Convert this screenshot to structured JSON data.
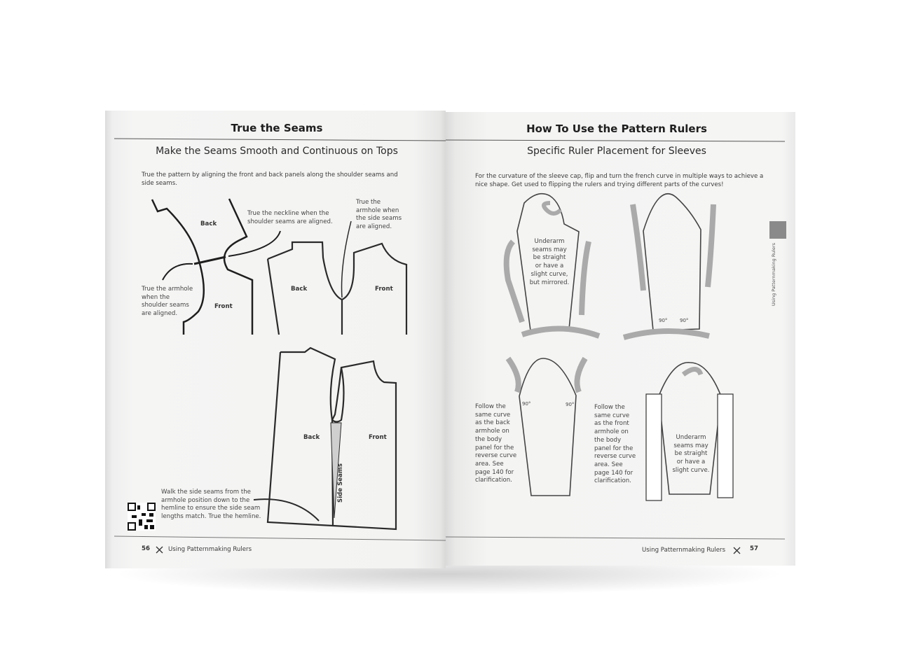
{
  "left_page": {
    "title": "True the Seams",
    "subtitle": "Make the Seams Smooth and Continuous on Tops",
    "intro": [
      "True the pattern by aligning the front and back panels along the shoulder seams and",
      "side seams."
    ],
    "fig1": {
      "back_label": "Back",
      "front_label": "Front",
      "note_armhole": [
        "True the armhole",
        "when the",
        "shoulder seams",
        "are aligned."
      ],
      "note_neckline": [
        "True the neckline when the",
        "shoulder seams are aligned."
      ]
    },
    "fig2": {
      "back_label": "Back",
      "front_label": "Front",
      "note_armhole_side": [
        "True the",
        "armhole when",
        "the side seams",
        "are aligned."
      ]
    },
    "fig3": {
      "back_label": "Back",
      "front_label": "Front",
      "side_seams_label": "Side Seams",
      "note_walk": [
        "Walk the side seams from the",
        "armhole position down to the",
        "hemline to ensure the side seam",
        "lengths match. True the hemline."
      ]
    },
    "qr_icon": "qr-code",
    "footer": {
      "page_number": "56",
      "icon": "scissors-icon",
      "section": "Using Patternmaking Rulers"
    }
  },
  "right_page": {
    "title": "How To Use the Pattern Rulers",
    "subtitle": "Specific Ruler Placement for Sleeves",
    "intro": [
      "For the curvature of the sleeve cap, flip and turn the french curve in multiple ways to achieve a",
      "nice shape. Get used to flipping the rulers and trying different parts of the curves!"
    ],
    "sleeve1_note": [
      "Underarm",
      "seams may",
      "be straight",
      "or have a",
      "slight curve,",
      "but mirrored."
    ],
    "sleeve2_angles": [
      "90°",
      "90°"
    ],
    "sleeve3_angles": [
      "90°",
      "90°"
    ],
    "note_back": [
      "Follow the",
      "same curve",
      "as the back",
      "armhole on",
      "the body",
      "panel for the",
      "reverse curve",
      "area. See",
      "page 140 for",
      "clarification."
    ],
    "note_front": [
      "Follow the",
      "same curve",
      "as the front",
      "armhole on",
      "the body",
      "panel for the",
      "reverse curve",
      "area. See",
      "page 140 for",
      "clarification."
    ],
    "sleeve4_note": [
      "Underarm",
      "seams may",
      "be straight",
      "or have a",
      "slight curve."
    ],
    "side_tab": "Using Patternmaking Rulers",
    "footer": {
      "section": "Using Patternmaking Rulers",
      "icon": "scissors-icon",
      "page_number": "57"
    }
  },
  "colors": {
    "page": "#f4f4f3",
    "ink": "#2a2a2a",
    "ruler_gray": "#a8a8a8",
    "tab_gray": "#8a8a8a"
  }
}
